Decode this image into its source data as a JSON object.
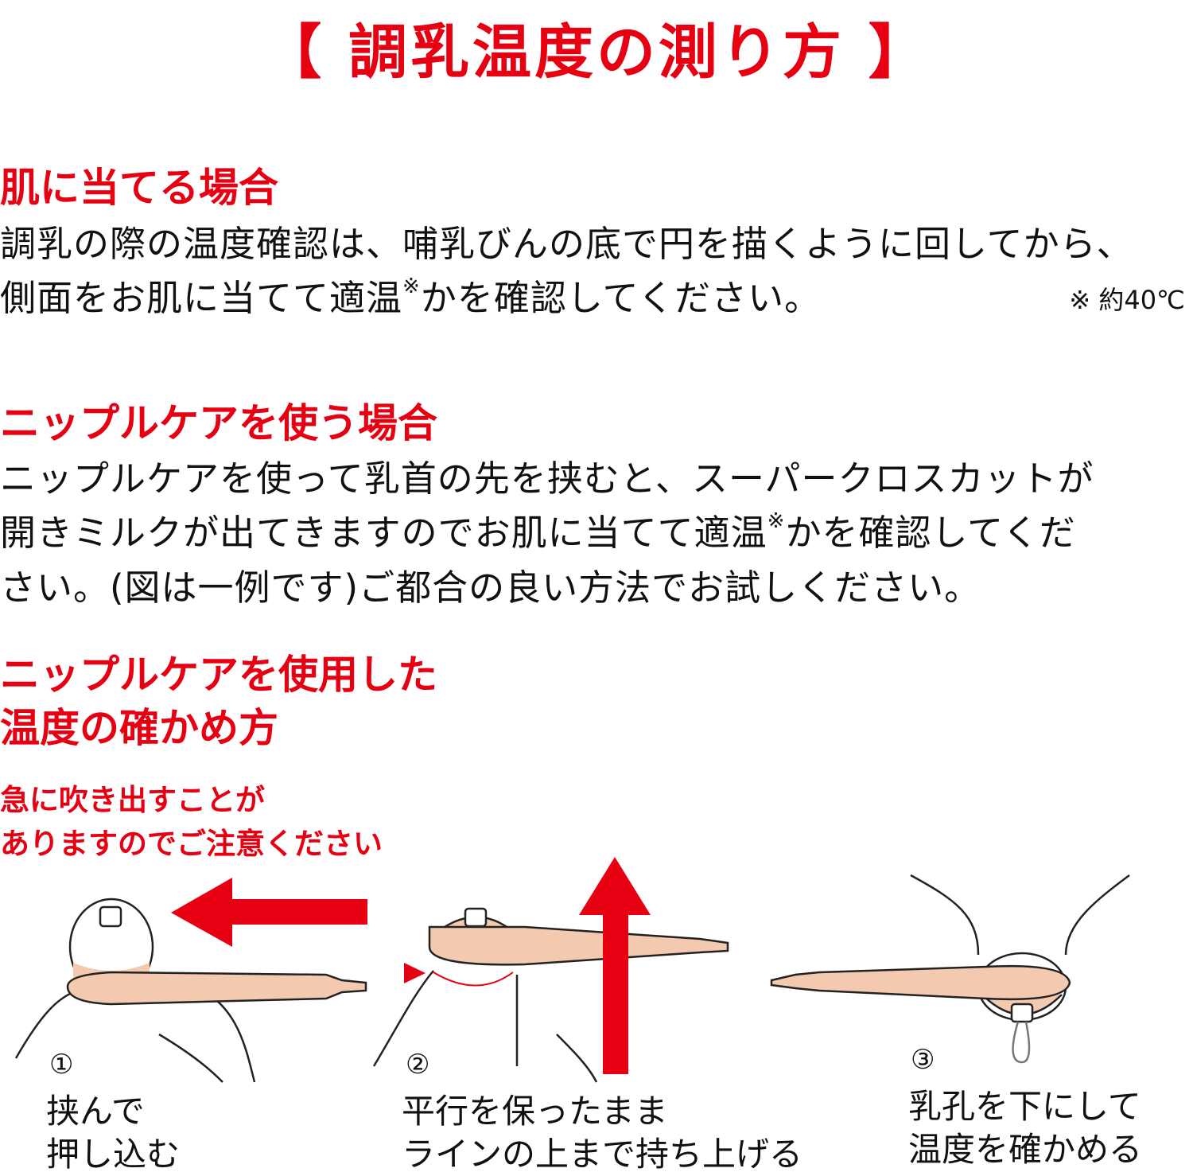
{
  "title": "【 調乳温度の測り方 】",
  "section_skin": {
    "heading": "肌に当てる場合",
    "line1": "調乳の際の温度確認は、哺乳びんの底で円を描くように回してから、",
    "line2_a": "側面をお肌に当てて適温",
    "line2_mark": "※",
    "line2_b": "かを確認してください。",
    "note": "※ 約40℃"
  },
  "section_nipple": {
    "heading": "ニップルケアを使う場合",
    "line1": "ニップルケアを使って乳首の先を挟むと、スーパークロスカットが",
    "line2_a": "開きミルクが出てきますのでお肌に当てて適温",
    "line2_mark": "※",
    "line2_b": "かを確認してくだ",
    "line3": "さい。(図は一例です)ご都合の良い方法でお試しください。"
  },
  "section_method": {
    "heading_line1": "ニップルケアを使用した",
    "heading_line2": "温度の確かめ方",
    "warning_line1": "急に吹き出すことが",
    "warning_line2": "ありますのでご注意ください"
  },
  "steps": [
    {
      "number": "①",
      "line1": "挟んで",
      "line2": "押し込む"
    },
    {
      "number": "②",
      "line1": "平行を保ったまま",
      "line2": "ラインの上まで持ち上げる"
    },
    {
      "number": "③",
      "line1": "乳孔を下にして",
      "line2": "温度を確かめる"
    }
  ],
  "colors": {
    "accent": "#e60012",
    "tool": "#f3c9b0",
    "tool_stroke": "#333333"
  }
}
